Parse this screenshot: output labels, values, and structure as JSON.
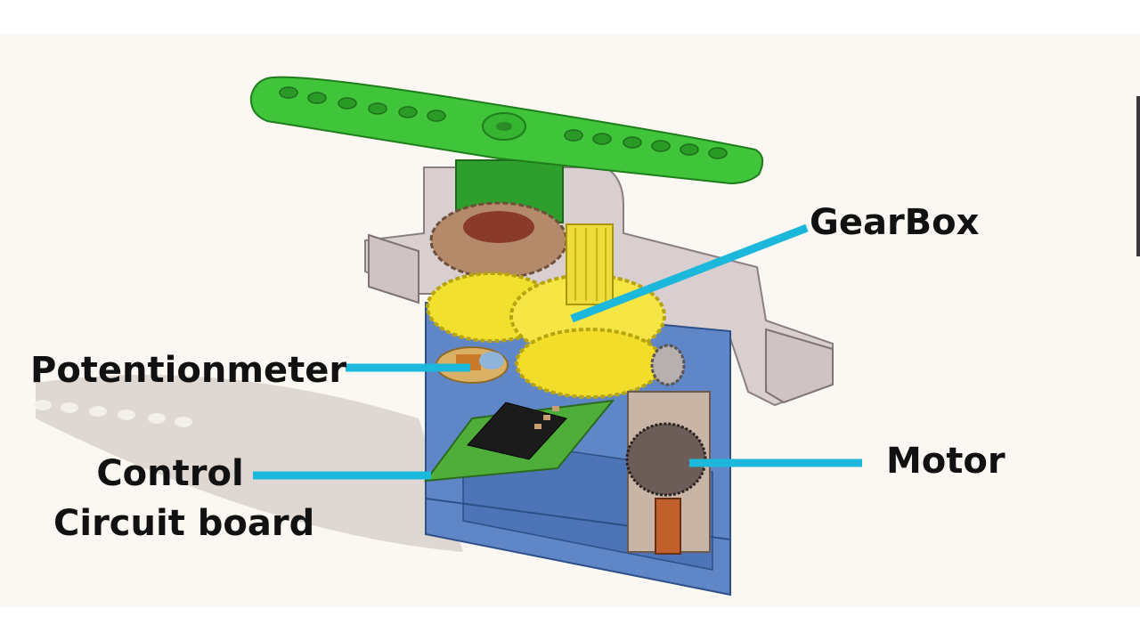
{
  "labels": {
    "gearbox": "GearBox",
    "potentiometer": "Potentionmeter",
    "motor": "Motor",
    "control_line1": "Control",
    "control_line2": "Circuit board"
  },
  "colors": {
    "leader": "#1bb8dc",
    "horn": "#3fc43a",
    "case": "#5f86c7",
    "gear": "#f2e02e",
    "bronze_gear": "#b58a6a",
    "pcb": "#4fae3a",
    "case_top": "#d9cfd0"
  }
}
